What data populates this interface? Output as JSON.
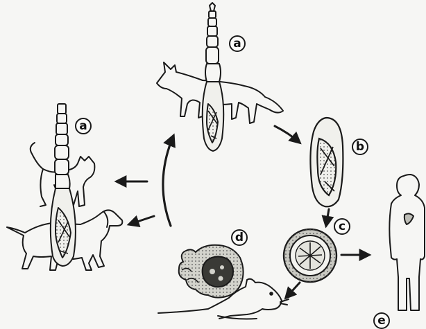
{
  "figure": {
    "labels": {
      "adult_worm_fox": "a",
      "adult_worm_cat_dog": "a",
      "proglottid": "b",
      "egg": "c",
      "rodent_cyst": "d",
      "human": "e"
    },
    "icons": [
      "fox-icon",
      "cat-icon",
      "dog-icon",
      "mouse-icon",
      "human-icon",
      "tapeworm-icon",
      "proglottid-icon",
      "egg-icon",
      "cyst-icon",
      "arrow-icon"
    ],
    "colors": {
      "ink": "#1a1a1a",
      "paper": "#f6f6f4",
      "fill": "#bdbdb6"
    }
  }
}
